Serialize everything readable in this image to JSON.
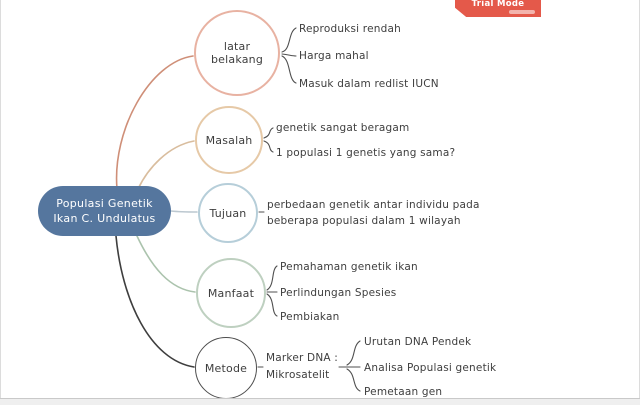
{
  "badge": {
    "label": "Trial Mode",
    "color": "#e4594a"
  },
  "root": {
    "line1": "Populasi Genetik",
    "line2": "Ikan C. Undulatus",
    "fill_color": "#55769e"
  },
  "branches": [
    {
      "label": "latar belakang",
      "border_color": "#e8b2a2",
      "line_color": "#cf8f78",
      "children": [
        "Reproduksi rendah",
        "Harga mahal",
        "Masuk dalam redlist IUCN"
      ]
    },
    {
      "label": "Masalah",
      "border_color": "#e6c9a7",
      "line_color": "#d9bd9e",
      "children": [
        "genetik sangat beragam",
        "1 populasi 1 genetis yang sama?"
      ]
    },
    {
      "label": "Tujuan",
      "border_color": "#b6ced9",
      "line_color": "#bcc8d0",
      "children": [
        "perbedaan genetik antar individu pada beberapa populasi dalam 1 wilayah"
      ]
    },
    {
      "label": "Manfaat",
      "border_color": "#bed0c0",
      "line_color": "#abc3ad",
      "children": [
        "Pemahaman genetik ikan",
        "Perlindungan Spesies",
        "Pembiakan"
      ]
    },
    {
      "label": "Metode",
      "border_color": "#4d4d4d",
      "line_color": "#3e3e3e",
      "subnode": {
        "line1": "Marker DNA :",
        "line2": "Mikrosatelit"
      },
      "children": [
        "Urutan DNA Pendek",
        "Analisa Populasi genetik",
        "Pemetaan gen"
      ]
    }
  ]
}
